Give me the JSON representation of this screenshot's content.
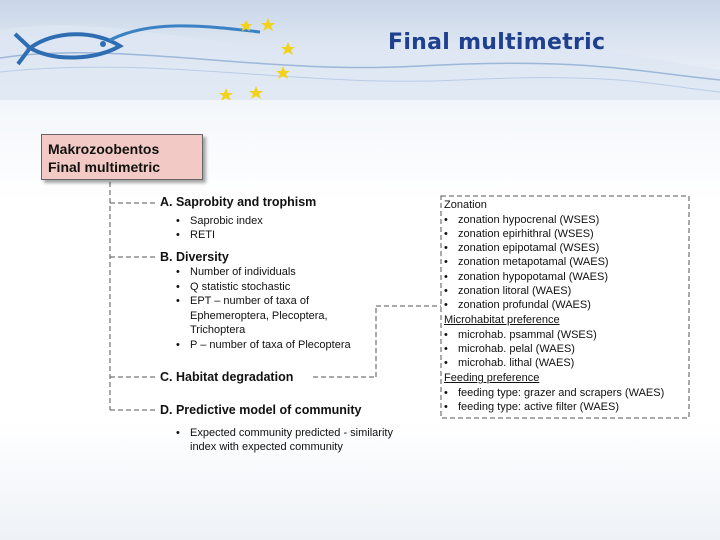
{
  "header": {
    "title": "Final multimetric"
  },
  "box": {
    "line1": "Makrozoobentos",
    "line2": "Final multimetric"
  },
  "sections": [
    {
      "title": "A.  Saprobity and trophism",
      "items": [
        "Saprobic index",
        "RETI"
      ]
    },
    {
      "title": "B. Diversity",
      "items": [
        "Number of individuals",
        "Q statistic stochastic",
        "EPT – number of taxa of",
        "P – number of taxa of Plecoptera"
      ],
      "item3_cont": [
        "Ephemeroptera, Plecoptera,",
        "Trichoptera"
      ]
    },
    {
      "title": "C. Habitat degradation",
      "items": []
    },
    {
      "title": "D. Predictive model of community",
      "items": [
        "Expected community predicted - similarity"
      ],
      "item1_cont": [
        "index with expected community"
      ]
    }
  ],
  "right": {
    "zonation_title": "Zonation",
    "zonation": [
      "zonation hypocrenal (WSES)",
      "zonation epirhithral (WSES)",
      "zonation epipotamal (WSES)",
      "zonation metapotamal (WAES)",
      "zonation hypopotamal (WAES)",
      "zonation litoral (WAES)",
      "zonation profundal (WAES)"
    ],
    "micro_title": "Microhabitat preference",
    "micro": [
      "microhab. psammal (WSES)",
      "microhab. pelal (WAES)",
      "microhab. lithal (WAES)"
    ],
    "feeding_title": "Feeding preference",
    "feeding": [
      "feeding type: grazer and scrapers (WAES)",
      "feeding type: active filter (WAES)"
    ]
  },
  "bullet_char": "•"
}
